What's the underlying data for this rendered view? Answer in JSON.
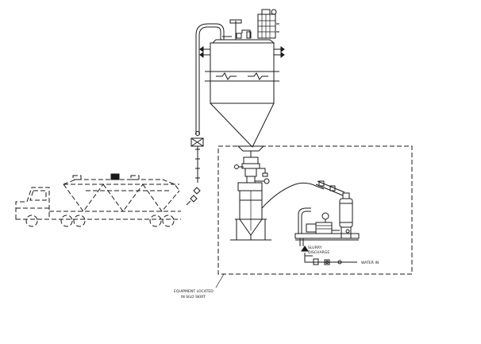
{
  "labels": {
    "equipment_line1": "EQUIPMENT LOCATED",
    "equipment_line2": "IN SILO SKIRT",
    "slurry_line1": "SLURRY",
    "slurry_line2": "DISCHARGE",
    "water_in": "WATER IN"
  },
  "colors": {
    "ink": "#1a1a1a",
    "background": "#ffffff"
  }
}
